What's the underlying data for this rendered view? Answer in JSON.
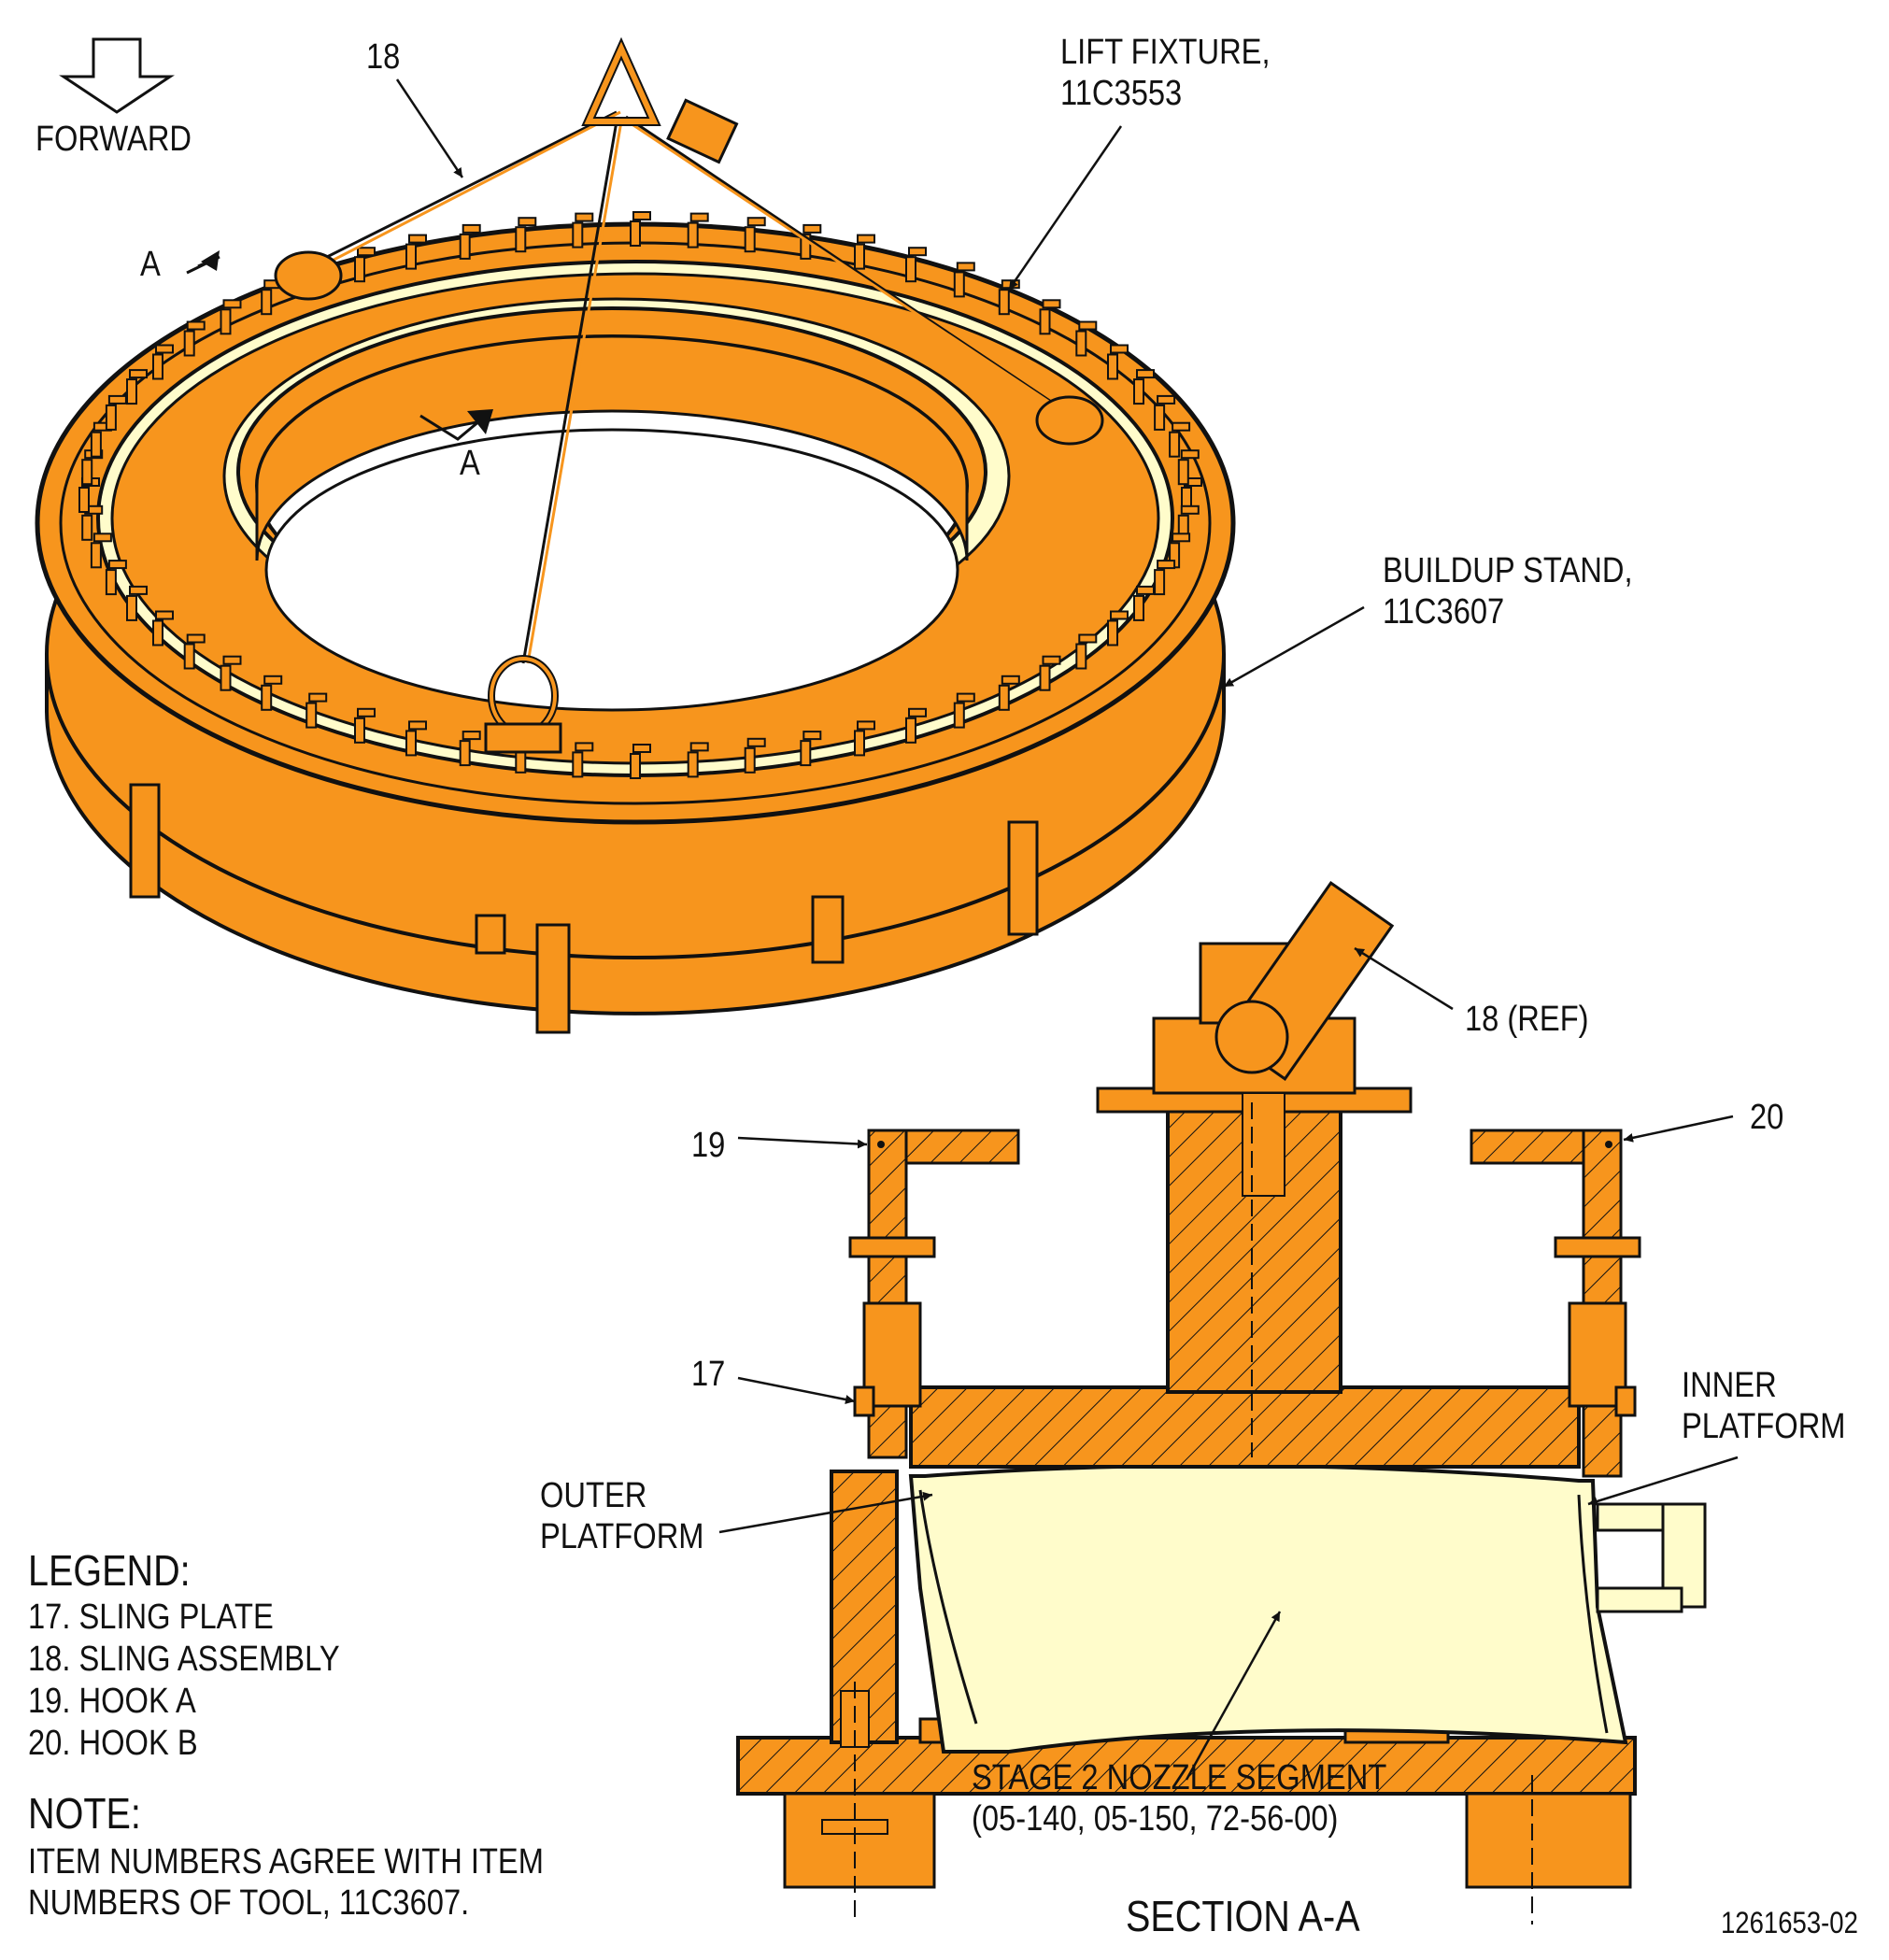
{
  "forward_label": "FORWARD",
  "callouts": {
    "sling_top": "18",
    "lift_fixture": "LIFT FIXTURE,\n11C3553",
    "buildup_stand": "BUILDUP STAND,\n11C3607",
    "section_marker_top": "A",
    "section_marker_mid": "A",
    "ref_18": "18 (REF)",
    "hook_a_num": "19",
    "hook_b_num": "20",
    "sling_plate_num": "17",
    "outer_platform": "OUTER\nPLATFORM",
    "inner_platform": "INNER\nPLATFORM",
    "nozzle_segment": "STAGE 2 NOZZLE SEGMENT\n(05-140, 05-150, 72-56-00)"
  },
  "legend": {
    "title": "LEGEND:",
    "items": [
      "17. SLING PLATE",
      "18. SLING ASSEMBLY",
      "19. HOOK A",
      "20. HOOK B"
    ]
  },
  "note": {
    "title": "NOTE:",
    "text": "ITEM NUMBERS AGREE WITH ITEM\nNUMBERS OF TOOL, 11C3607."
  },
  "section_title": "SECTION A-A",
  "figure_id": "1261653-02",
  "colors": {
    "tool_orange": "#F7951D",
    "segment_cream": "#FFFCCB",
    "line": "#111111"
  }
}
